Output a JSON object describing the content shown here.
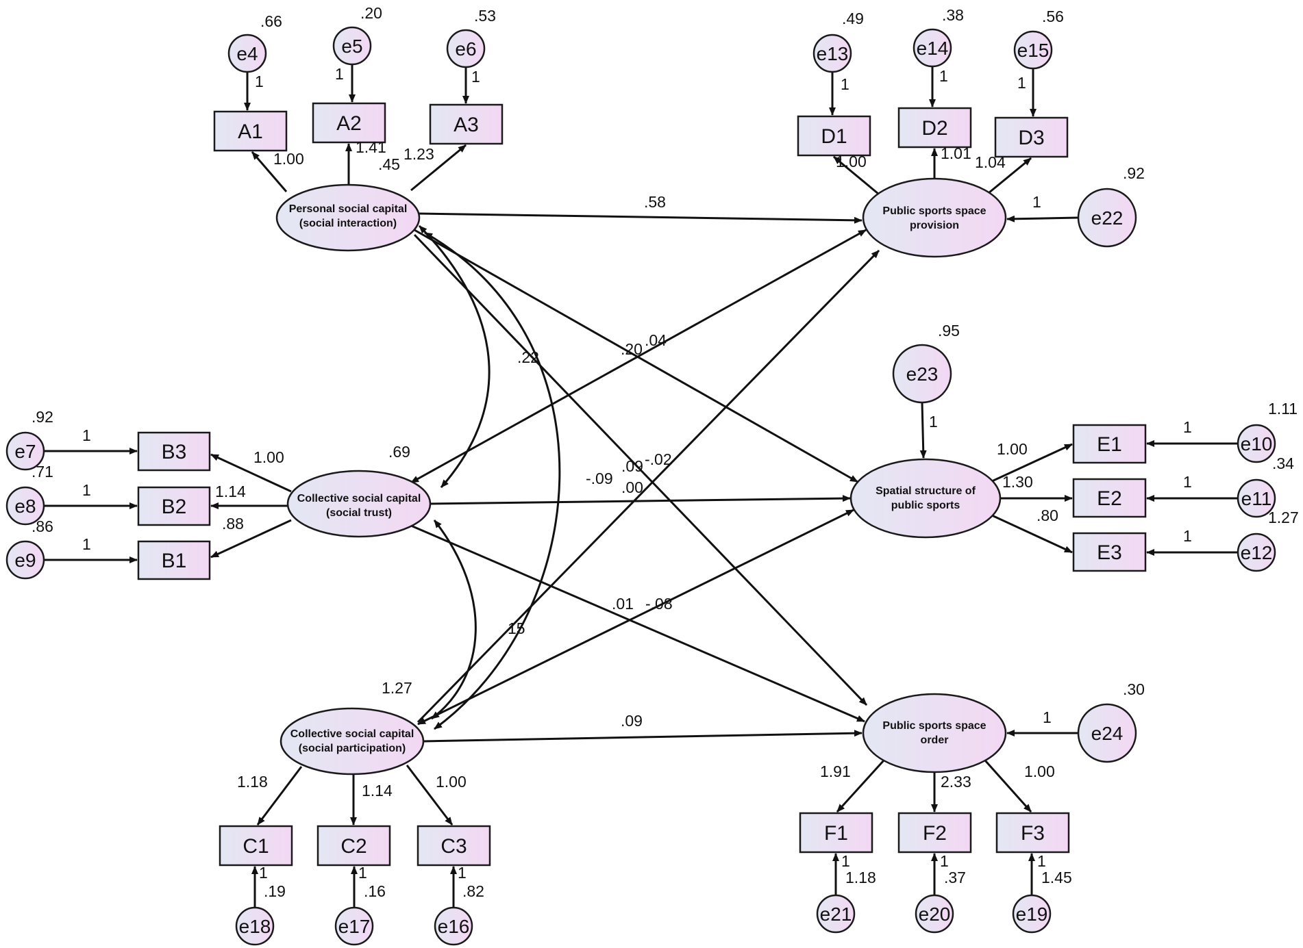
{
  "colors": {
    "node_fill_start": "#e3e7f3",
    "node_fill_end": "#f3d8f3",
    "ink": "#111111",
    "background": "#ffffff"
  },
  "latents": {
    "personal": {
      "line1": "Personal social capital",
      "line2": "(social interaction)"
    },
    "trust": {
      "line1": "Collective social capital",
      "line2": "(social trust)"
    },
    "participation": {
      "line1": "Collective social capital",
      "line2": "(social participation)"
    },
    "provision": {
      "line1": "Public sports space",
      "line2": "provision"
    },
    "structure": {
      "line1": "Spatial structure of",
      "line2": "public sports"
    },
    "order": {
      "line1": "Public sports space",
      "line2": "order"
    }
  },
  "observed": {
    "A1": "A1",
    "A2": "A2",
    "A3": "A3",
    "B1": "B1",
    "B2": "B2",
    "B3": "B3",
    "C1": "C1",
    "C2": "C2",
    "C3": "C3",
    "D1": "D1",
    "D2": "D2",
    "D3": "D3",
    "E1": "E1",
    "E2": "E2",
    "E3": "E3",
    "F1": "F1",
    "F2": "F2",
    "F3": "F3"
  },
  "errors": {
    "e4": "e4",
    "e5": "e5",
    "e6": "e6",
    "e7": "e7",
    "e8": "e8",
    "e9": "e9",
    "e10": "e10",
    "e11": "e11",
    "e12": "e12",
    "e13": "e13",
    "e14": "e14",
    "e15": "e15",
    "e16": "e16",
    "e17": "e17",
    "e18": "e18",
    "e19": "e19",
    "e20": "e20",
    "e21": "e21",
    "e22": "e22",
    "e23": "e23",
    "e24": "e24"
  },
  "error_variances": {
    "e4": ".66",
    "e5": ".20",
    "e6": ".53",
    "e7": ".92",
    "e8": ".71",
    "e9": ".86",
    "e10": "1.11",
    "e11": ".34",
    "e12": "1.27",
    "e13": ".49",
    "e14": ".38",
    "e15": ".56",
    "e16": ".82",
    "e17": ".16",
    "e18": ".19",
    "e19": "1.45",
    "e20": ".37",
    "e21": "1.18",
    "e22": ".92",
    "e23": ".95",
    "e24": ".30"
  },
  "latent_variances": {
    "personal": ".45",
    "trust": ".69",
    "participation": "1.27"
  },
  "loadings": {
    "A1": "1.00",
    "A2": "1.41",
    "A3": "1.23",
    "B3": "1.00",
    "B2": "1.14",
    "B1": ".88",
    "C1": "1.18",
    "C2": "1.14",
    "C3": "1.00",
    "D1": "1.00",
    "D2": "1.01",
    "D3": "1.04",
    "E1": "1.00",
    "E2": "1.30",
    "E3": ".80",
    "F1": "1.91",
    "F2": "2.33",
    "F3": "1.00"
  },
  "fixed_path": "1",
  "structural": {
    "personal_provision": ".58",
    "personal_structure": ".20",
    "personal_order": ".09",
    "trust_provision": ".04",
    "trust_structure": ".00",
    "trust_order": ".01",
    "participation_provision": "-.02",
    "participation_structure": "-.08",
    "participation_order": ".09"
  },
  "covariances": {
    "personal_trust": ".22",
    "personal_participation": "-.09",
    "trust_participation": "15"
  }
}
